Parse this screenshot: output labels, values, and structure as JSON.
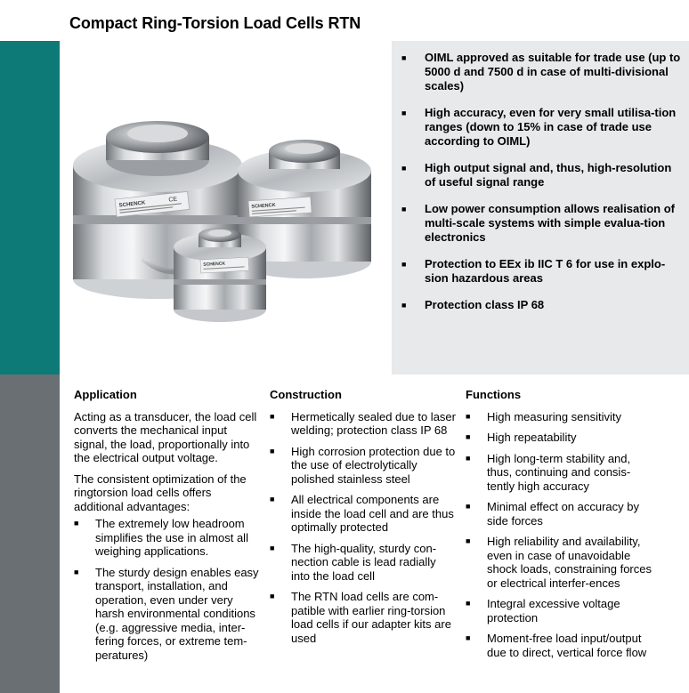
{
  "title": "Compact Ring-Torsion Load Cells RTN",
  "features": [
    "OIML approved as suitable for trade use (up to 5000 d and 7500 d in case of multi-divisional scales)",
    "High accuracy, even for very small utilisa-tion ranges (down to 15% in case of trade use according to OIML)",
    "High output signal and, thus, high-resolution of useful signal range",
    "Low power consumption allows realisation of multi-scale systems with simple evalua-tion electronics",
    "Protection to EEx ib IIC T 6 for use in explo-sion hazardous areas",
    "Protection class IP 68"
  ],
  "application": {
    "heading": "Application",
    "para1": "Acting as a transducer, the load cell converts the mechanical input signal, the load, proportionally into the electrical output voltage.",
    "para2": "The consistent optimization of the ringtorsion load cells offers additional advantages:",
    "bullets": [
      "The extremely low headroom simplifies the use in almost all weighing applications.",
      "The sturdy design enables easy transport, installation, and operation, even under very harsh environmental conditions (e.g. aggressive media, inter-fering forces, or extreme tem-peratures)"
    ]
  },
  "construction": {
    "heading": "Construction",
    "bullets": [
      "Hermetically sealed due to laser welding; protection class IP 68",
      "High corrosion protection due to the use of electrolytically polished stainless steel",
      "All electrical components are inside the load cell and are thus optimally protected",
      "The high-quality, sturdy con-nection cable is lead radially into the load cell",
      "The RTN load cells are com-patible with earlier ring-torsion load cells if our adapter kits are used"
    ]
  },
  "functions": {
    "heading": "Functions",
    "bullets": [
      "High measuring sensitivity",
      "High repeatability",
      "High long-term stability and, thus, continuing and consis-tently high accuracy",
      "Minimal effect on accuracy by side forces",
      "High reliability and availability, even in case of unavoidable shock loads, constraining forces or electrical interfer-ences",
      "Integral excessive voltage protection",
      "Moment-free load input/output due to direct, vertical force flow"
    ]
  },
  "bullet_glyph": "■",
  "photo_labels": {
    "brand": "SCHENCK",
    "ce_mark": "CE"
  },
  "colors": {
    "side_teal": "#0e7a78",
    "side_gray": "#6a6f74",
    "panel_bg": "#e8e9ea"
  }
}
